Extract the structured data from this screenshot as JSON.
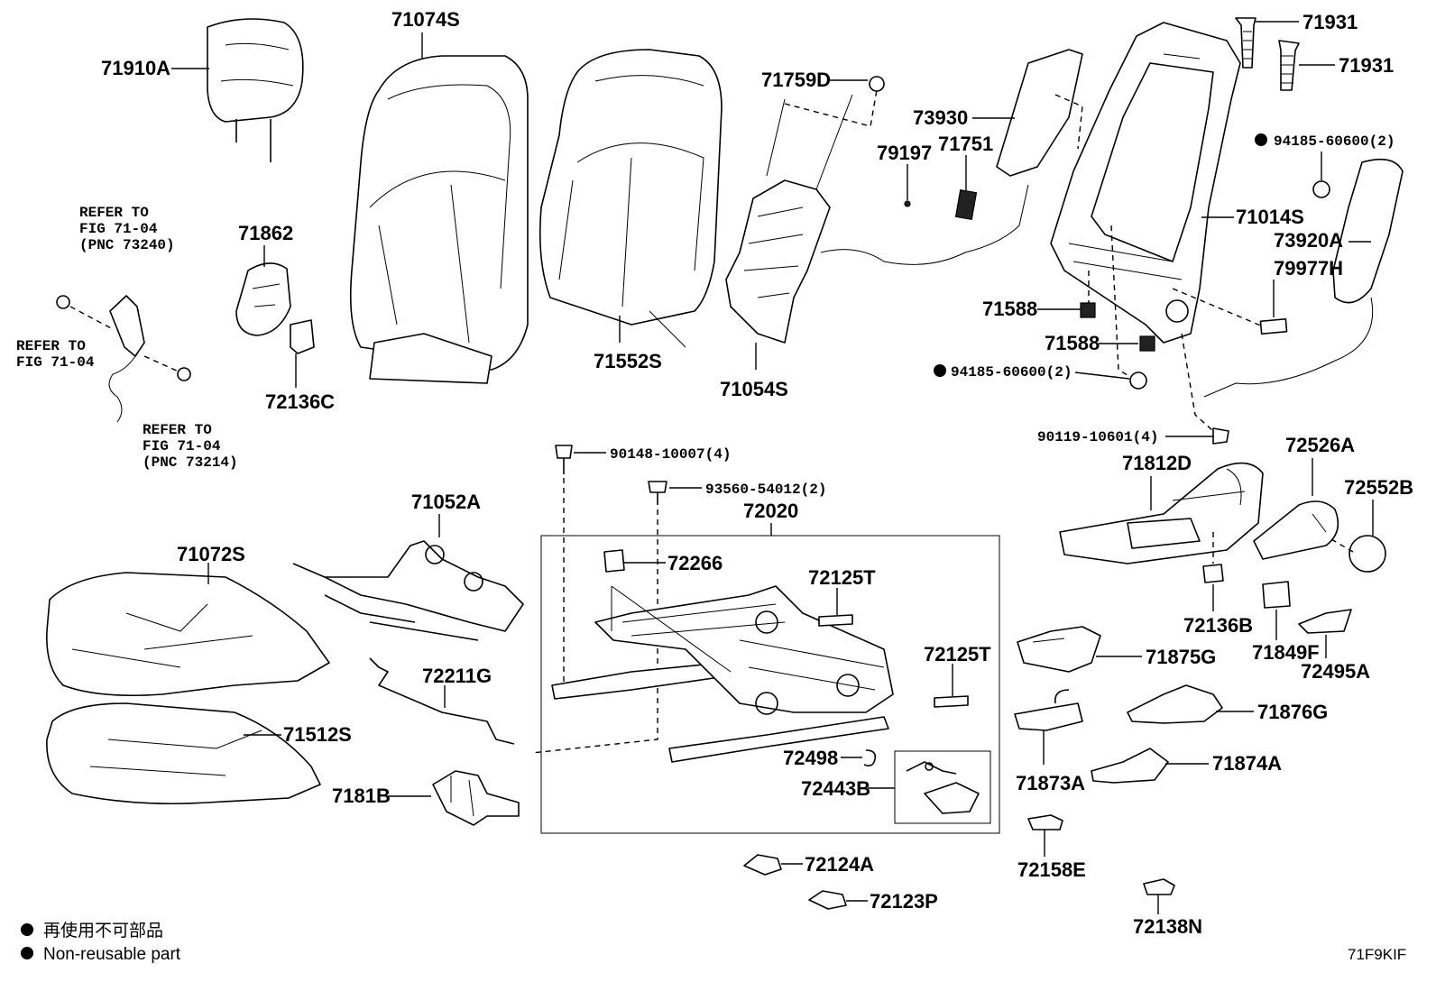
{
  "labels": {
    "headrest": "71910A",
    "back_cover": "71074S",
    "back_pad": "71552S",
    "lumbar_wire": "71759D",
    "back_frame_sub": "71054S",
    "back_board": "73930",
    "clip_79197": "79197",
    "clip_71751": "71751",
    "back_frame": "71014S",
    "guide_1": "71931",
    "guide_2": "71931",
    "nut_top": "94185-60600(2)",
    "side_airbag": "73920A",
    "label_79977h": "79977H",
    "clip_71588_a": "71588",
    "clip_71588_b": "71588",
    "nut_mid": "94185-60600(2)",
    "bolt_90119": "90119-10601(4)",
    "holder_71862": "71862",
    "clip_72136c": "72136C",
    "bolt_90148": "90148-10007(4)",
    "bolt_93560": "93560-54012(2)",
    "adjuster_assy": "72020",
    "spring_71052a": "71052A",
    "cushion_cover": "71072S",
    "cushion_pad": "71512S",
    "rod_72211g": "72211G",
    "bracket_7181b": "7181B",
    "clip_72266": "72266",
    "clip_72125t_a": "72125T",
    "clip_72125t_b": "72125T",
    "spring_72498": "72498",
    "link_72443b": "72443B",
    "cover_72124a": "72124A",
    "cover_72123p": "72123P",
    "shield_71812d": "71812D",
    "knob_72526a": "72526A",
    "cap_72552b": "72552B",
    "clip_72136b": "72136B",
    "cover_71875g": "71875G",
    "cover_71849f": "71849F",
    "cover_72495a": "72495A",
    "cover_71876g": "71876G",
    "cover_71873a": "71873A",
    "cover_71874a": "71874A",
    "clip_72158e": "72158E",
    "clip_72138n": "72138N"
  },
  "refs": {
    "ref1": [
      "REFER TO",
      "FIG 71-04",
      "(PNC 73240)"
    ],
    "ref2": [
      "REFER TO",
      "FIG 71-04"
    ],
    "ref3": [
      "REFER TO",
      "FIG 71-04",
      "(PNC 73214)"
    ]
  },
  "legend": {
    "line_jp": "再使用不可部品",
    "line_en": "Non-reusable part"
  },
  "figure_code": "71F9KIF"
}
